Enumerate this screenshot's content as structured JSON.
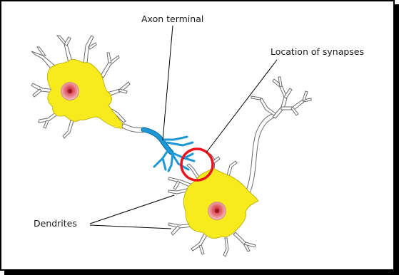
{
  "labels": {
    "axon_terminal": "Axon terminal",
    "synapses": "Location of synapses",
    "dendrites": "Dendrites"
  },
  "colors": {
    "soma": "#f7eb1d",
    "nucleus": "#e8747c",
    "axon_terminal": "#1e98d4",
    "axon": "#ffffff",
    "highlight_circle": "#e8141e",
    "outline": "#6b6b6b"
  }
}
